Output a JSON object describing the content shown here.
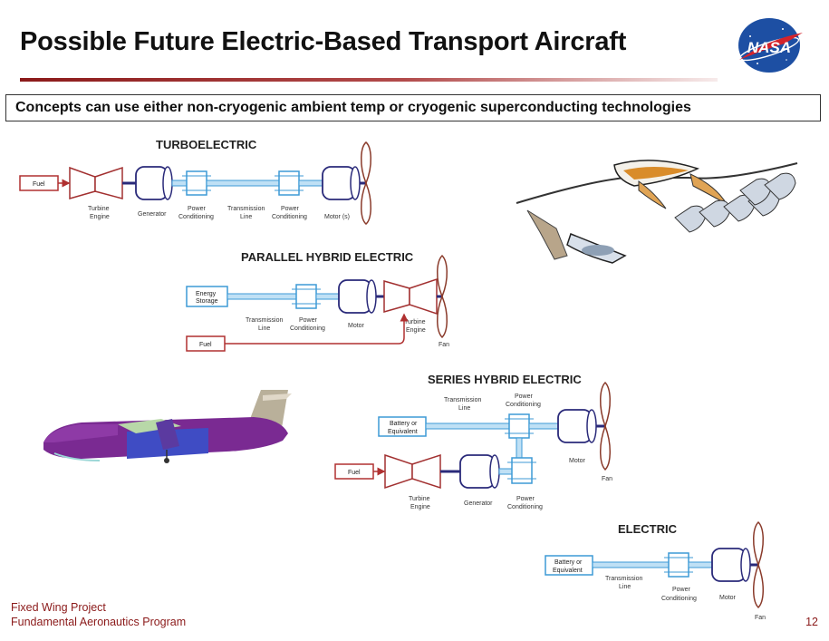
{
  "slide": {
    "title": "Possible Future Electric-Based Transport Aircraft",
    "banner": "Concepts can use either non-cryogenic ambient temp or cryogenic superconducting technologies",
    "footer_line1": "Fixed Wing Project",
    "footer_line2": "Fundamental Aeronautics Program",
    "page_number": "12",
    "logo_text": "NASA"
  },
  "turboelectric": {
    "title": "TURBOELECTRIC",
    "fuel": "Fuel",
    "turbine_1": "Turbine",
    "turbine_2": "Engine",
    "generator": "Generator",
    "pc1_1": "Power",
    "pc1_2": "Conditioning",
    "tl_1": "Transmission",
    "tl_2": "Line",
    "pc2_1": "Power",
    "pc2_2": "Conditioning",
    "motor": "Motor (s)"
  },
  "parallel": {
    "title": "PARALLEL HYBRID ELECTRIC",
    "energy_1": "Energy",
    "energy_2": "Storage",
    "tl_1": "Transmission",
    "tl_2": "Line",
    "pc_1": "Power",
    "pc_2": "Conditioning",
    "motor": "Motor",
    "turbine_1": "Turbine",
    "turbine_2": "Engine",
    "fuel": "Fuel",
    "fan": "Fan"
  },
  "series": {
    "title": "SERIES HYBRID ELECTRIC",
    "tl_1": "Transmission",
    "tl_2": "Line",
    "pc_top_1": "Power",
    "pc_top_2": "Conditioning",
    "battery_1": "Battery or",
    "battery_2": "Equivalent",
    "motor": "Motor",
    "fan": "Fan",
    "fuel": "Fuel",
    "turbine_1": "Turbine",
    "turbine_2": "Engine",
    "generator": "Generator",
    "pc_bot_1": "Power",
    "pc_bot_2": "Conditioning"
  },
  "electric": {
    "title": "ELECTRIC",
    "battery_1": "Battery or",
    "battery_2": "Equivalent",
    "tl_1": "Transmission",
    "tl_2": "Line",
    "pc_1": "Power",
    "pc_2": "Conditioning",
    "motor": "Motor",
    "fan": "Fan"
  },
  "colors": {
    "brand_red": "#8b1a1a",
    "fuel_red": "#b03030",
    "line_blue": "#3d9ad6",
    "motor_navy": "#2a2a7a",
    "prop_brown": "#8a3b2b"
  }
}
